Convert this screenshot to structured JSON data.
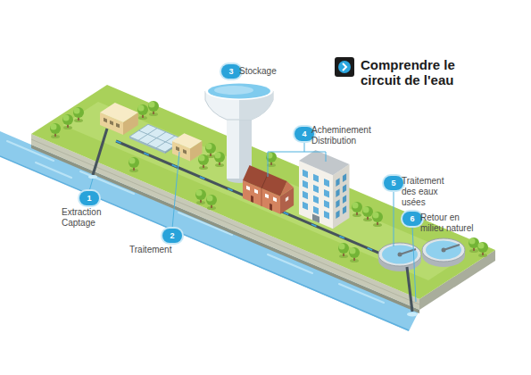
{
  "diagram": {
    "title": "Comprendre le circuit de l'eau",
    "nodes": [
      {
        "text": [
          "1",
          "Extraction Captage"
        ]
      },
      {
        "text": [
          "2",
          "Traitement"
        ]
      },
      {
        "text": [
          "3",
          "Stockage"
        ]
      },
      {
        "text": [
          "4",
          "Acheminement Distribution"
        ]
      },
      {
        "text": [
          "5",
          "Traitement des eaux usées"
        ]
      },
      {
        "text": [
          "6",
          "Retour en milieu naturel"
        ]
      }
    ]
  }
}
